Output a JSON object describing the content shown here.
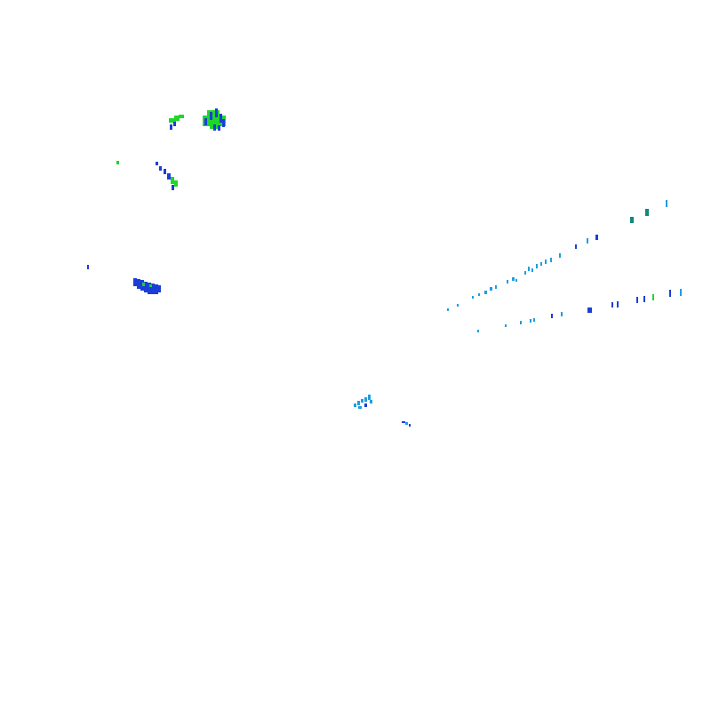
{
  "palette": {
    "background": "#ffffff",
    "blue": "#1a3fd6",
    "green": "#1fd62a",
    "cyan": "#1e9ee0",
    "teal": "#0f8a7a"
  },
  "clusters": [
    {
      "name": "cluster-top-left-small"
    },
    {
      "name": "cluster-top-left-dense"
    },
    {
      "name": "cluster-left-scattered"
    },
    {
      "name": "cluster-left-band"
    },
    {
      "name": "track-upper-right"
    },
    {
      "name": "track-lower-right"
    },
    {
      "name": "cluster-center-small"
    },
    {
      "name": "cluster-center-tail"
    }
  ]
}
